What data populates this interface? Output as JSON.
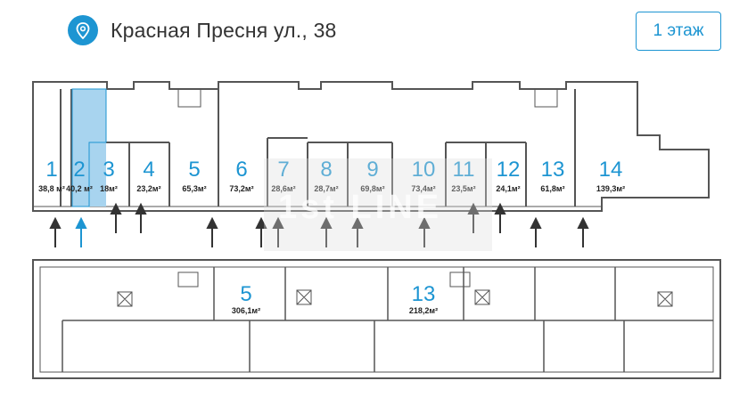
{
  "header": {
    "address": "Красная Пресня ул., 38",
    "floor_button": "1 этаж",
    "pin_icon": "location-pin-icon"
  },
  "colors": {
    "accent": "#1d95d2",
    "selected_fill": "#a8d4ef",
    "wall": "#555555",
    "room_number": "#1d95d2"
  },
  "watermark": "1st LINE",
  "ground_floor": {
    "units": [
      {
        "num": "1",
        "area": "38,8 м²",
        "selected": false
      },
      {
        "num": "2",
        "area": "40,2 м²",
        "selected": true
      },
      {
        "num": "3",
        "area": "18м²",
        "selected": false
      },
      {
        "num": "4",
        "area": "23,2м²",
        "selected": false
      },
      {
        "num": "5",
        "area": "65,3м²",
        "selected": false
      },
      {
        "num": "6",
        "area": "73,2м²",
        "selected": false
      },
      {
        "num": "7",
        "area": "28,6м²",
        "selected": false
      },
      {
        "num": "8",
        "area": "28,7м²",
        "selected": false
      },
      {
        "num": "9",
        "area": "69,8м²",
        "selected": false
      },
      {
        "num": "10",
        "area": "73,4м²",
        "selected": false
      },
      {
        "num": "11",
        "area": "23,5м²",
        "selected": false
      },
      {
        "num": "12",
        "area": "24,1м²",
        "selected": false
      },
      {
        "num": "13",
        "area": "61,8м²",
        "selected": false
      },
      {
        "num": "14",
        "area": "139,3м²",
        "selected": false
      }
    ]
  },
  "basement": {
    "units": [
      {
        "num": "5",
        "area": "306,1м²"
      },
      {
        "num": "13",
        "area": "218,2м²"
      }
    ]
  }
}
